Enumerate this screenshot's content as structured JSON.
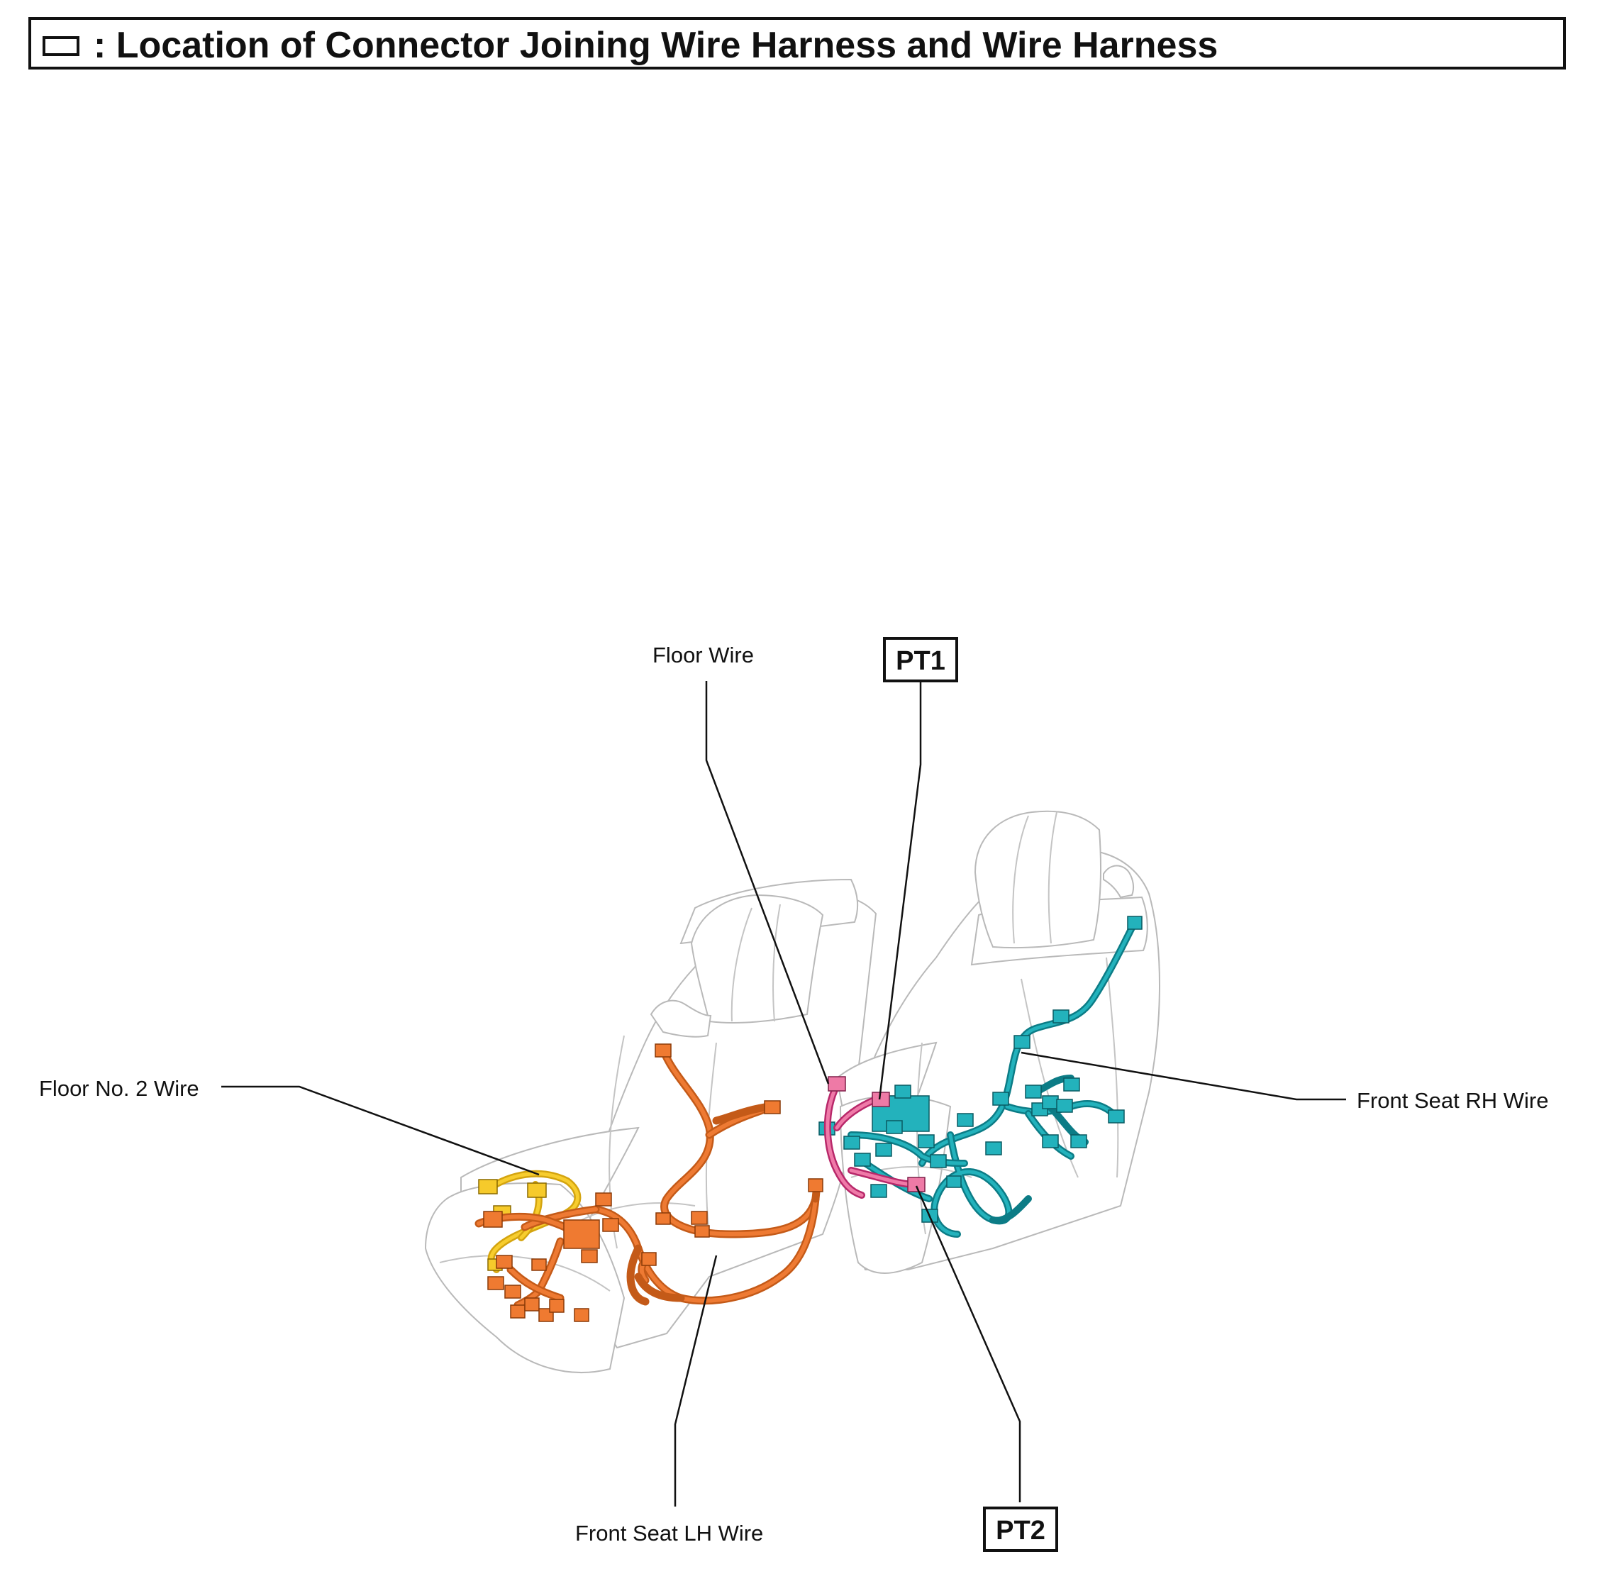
{
  "header": {
    "title": ": Location of Connector Joining Wire Harness and Wire Harness",
    "legend_icon": "rectangle-outline-icon"
  },
  "labels": {
    "floor_wire": "Floor Wire",
    "floor_no2_wire": "Floor No. 2 Wire",
    "front_seat_rh_wire": "Front Seat RH Wire",
    "front_seat_lh_wire": "Front Seat LH Wire"
  },
  "connectors": {
    "pt1": "PT1",
    "pt2": "PT2"
  },
  "colors": {
    "front_seat_lh_wire": "#ee7a33",
    "floor_no2_wire": "#f7cd2e",
    "front_seat_rh_wire": "#23b2bc",
    "floor_wire": "#ef7aa8"
  }
}
